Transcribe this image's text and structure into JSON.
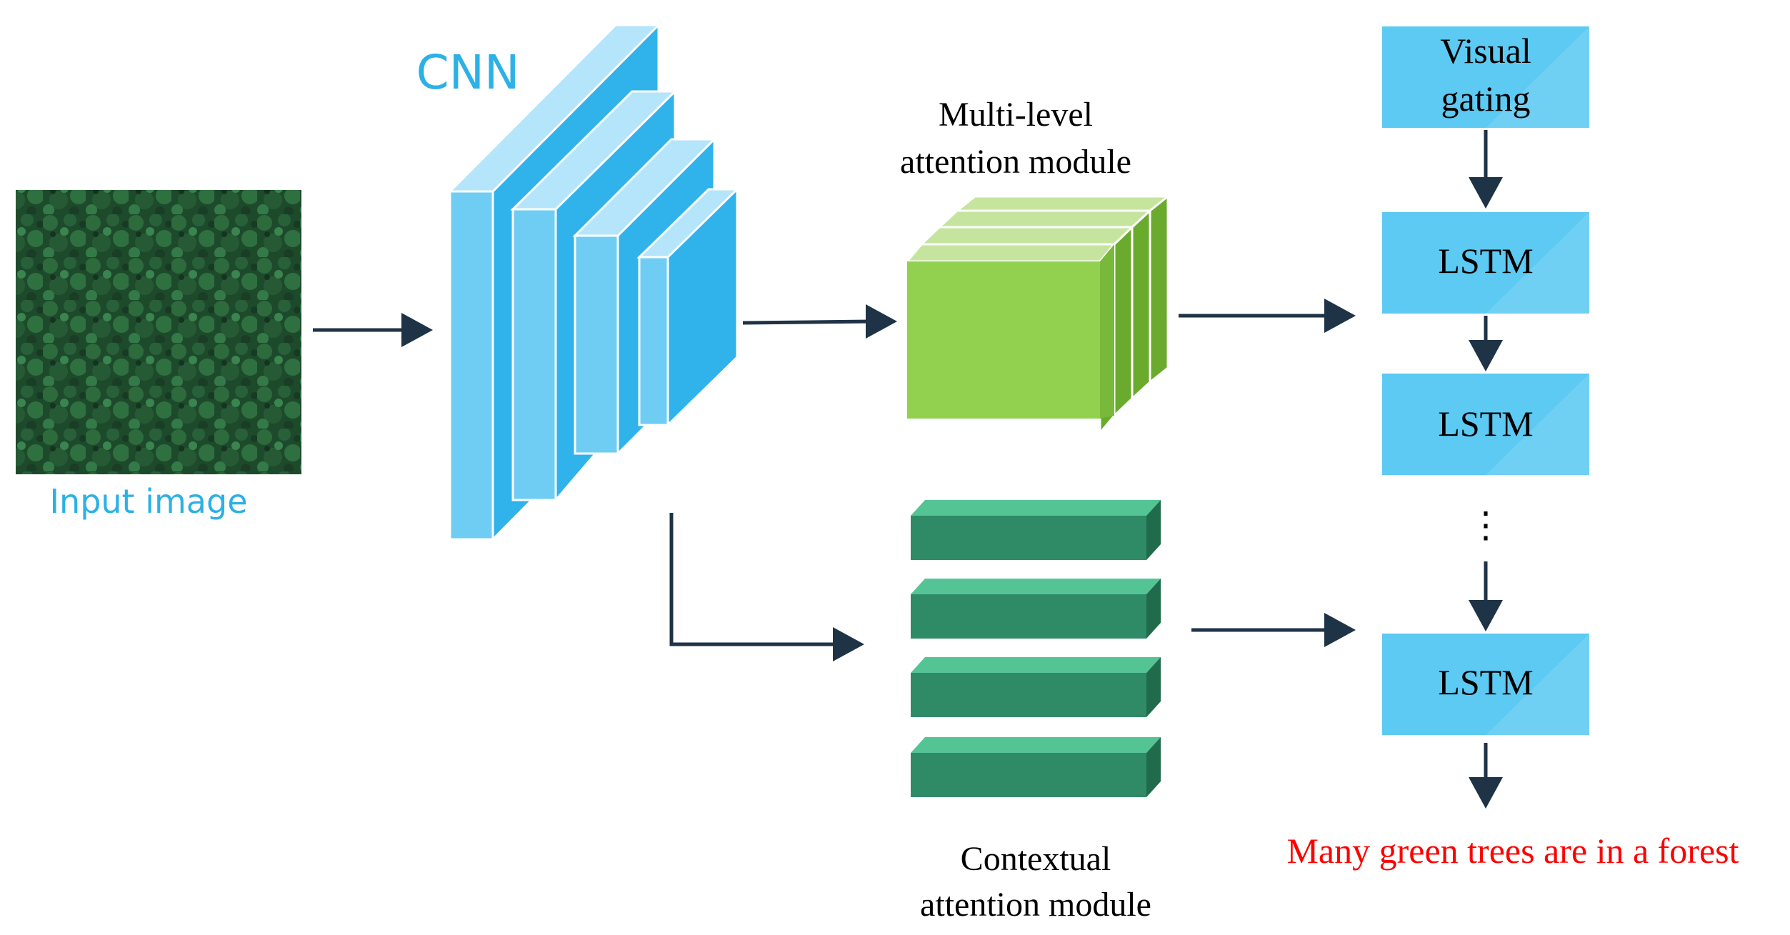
{
  "labels": {
    "cnn": "CNN",
    "input_image": "Input image",
    "multilevel_line1": "Multi-level",
    "multilevel_line2": "attention module",
    "contextual_line1": "Contextual",
    "contextual_line2": "attention module",
    "visual_gating_line1": "Visual",
    "visual_gating_line2": "gating",
    "lstm": "LSTM",
    "ellipsis": "⋮",
    "caption": "Many green trees are in a forest"
  },
  "colors": {
    "cnn_text": "#2cb1e6",
    "input_text": "#2cb1e6",
    "caption_text": "#ff0000",
    "arrow": "#1f3347",
    "lstm_box": "#5ccaf2",
    "cnn_front": "#6fcdf3",
    "cnn_side": "#2fb3ea",
    "cnn_top": "#b4e5fa",
    "green_front": "#92d050",
    "green_top": "#c5e59e",
    "green_side": "#6aaa2c",
    "teal_front": "#2e8b66",
    "teal_top": "#55c494",
    "teal_side": "#1f6b4c"
  },
  "icons": {
    "input_image": "forest-aerial-image"
  }
}
